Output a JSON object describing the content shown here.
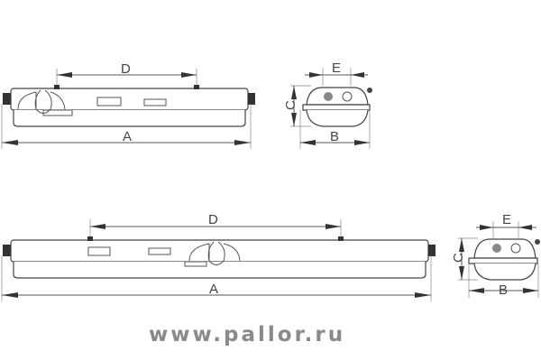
{
  "top_view_long": {
    "dim_d": "D",
    "dim_a": "A"
  },
  "top_view_side": {
    "dim_e": "E",
    "dim_c": "C",
    "dim_b": "B"
  },
  "bottom_view_long": {
    "dim_d": "D",
    "dim_a": "A"
  },
  "bottom_view_side": {
    "dim_e": "E",
    "dim_c": "C",
    "dim_b": "B"
  },
  "website": "www.pallor.ru"
}
